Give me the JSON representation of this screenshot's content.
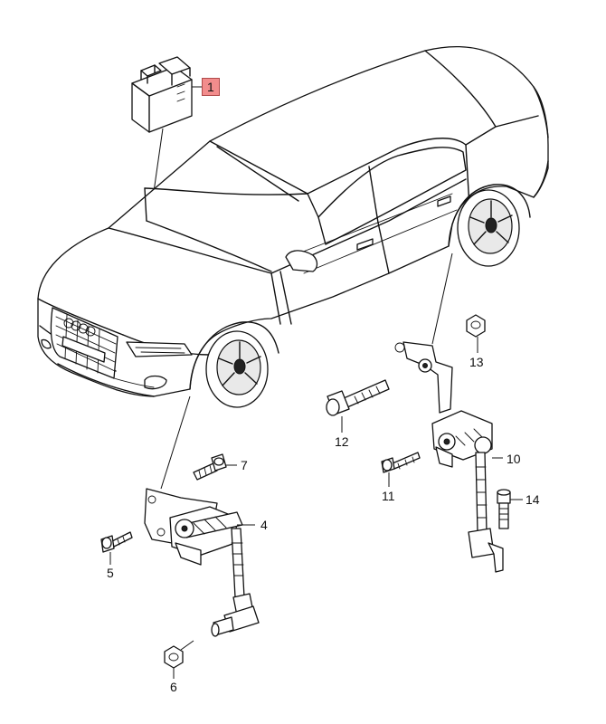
{
  "callouts": {
    "c1": "1",
    "c4": "4",
    "c5": "5",
    "c6": "6",
    "c7": "7",
    "c10": "10",
    "c11": "11",
    "c12": "12",
    "c13": "13",
    "c14": "14"
  },
  "colors": {
    "line": "#111111",
    "highlight": "#f28c8c",
    "background": "#ffffff"
  }
}
